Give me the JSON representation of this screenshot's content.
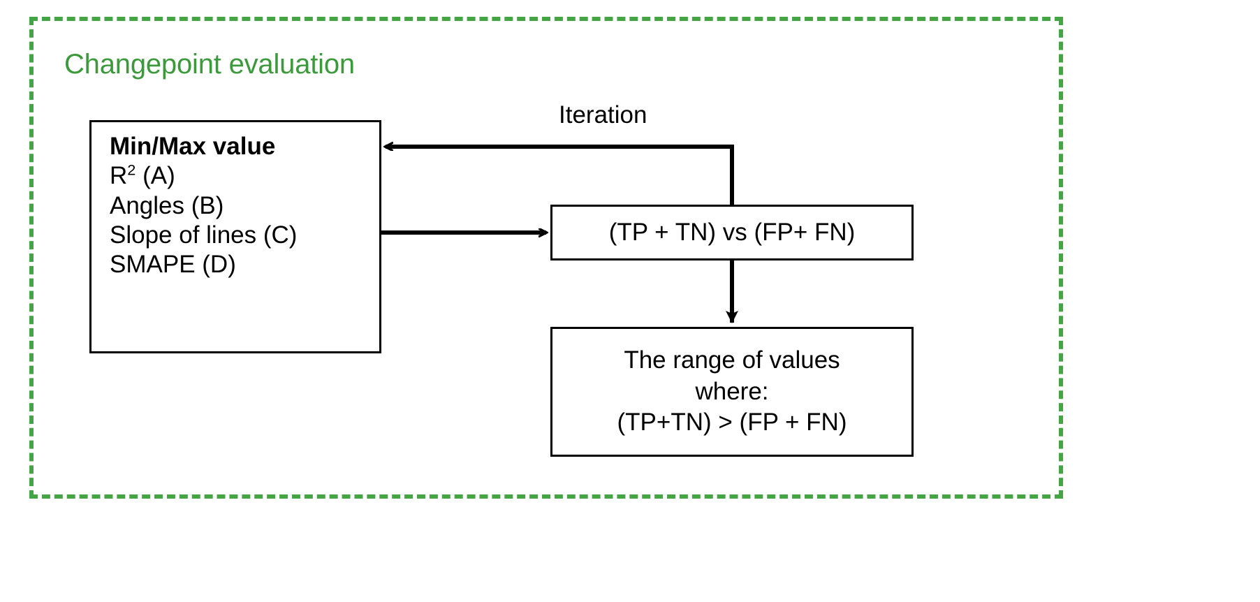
{
  "frame": {
    "title": "Changepoint evaluation",
    "border_color": "#45A545",
    "title_color": "#3C9A3C"
  },
  "criteria_box": {
    "name": "changepoint-criteria",
    "lines": [
      {
        "text": "Min/Max value",
        "bold": true
      },
      {
        "text": "R2 (A)",
        "bold": false,
        "superscript": {
          "base": "R",
          "sup": "2",
          "rest": " (A)"
        }
      },
      {
        "text": "Angles (B)",
        "bold": false
      },
      {
        "text": "Slope of lines (C)",
        "bold": false
      },
      {
        "text": "SMAPE (D)",
        "bold": false
      }
    ]
  },
  "compare_box": {
    "text": "(TP + TN) vs (FP+ FN)"
  },
  "result_box": {
    "line1": "The range of values",
    "line2": "where:",
    "line3": "(TP+TN) > (FP + FN)"
  },
  "connectors": {
    "iteration_label": "Iteration",
    "stroke_color": "#000000"
  }
}
